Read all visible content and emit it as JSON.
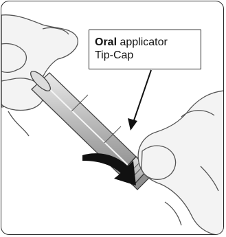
{
  "figure": {
    "callout": {
      "word_bold": "Oral",
      "word_rest": " applicator",
      "line2": "Tip-Cap"
    },
    "icons": [
      "hand-top-icon",
      "hand-bottom-icon",
      "oral-applicator-icon",
      "tip-cap-icon",
      "rotation-arrow-icon",
      "pointer-arrow-icon"
    ],
    "colors": {
      "skin_fill": "#f3f3f3",
      "skin_stroke": "#555555",
      "applicator_fill": "#cfcfcf",
      "arrow": "#111111",
      "border": "#2a2a2a"
    }
  }
}
